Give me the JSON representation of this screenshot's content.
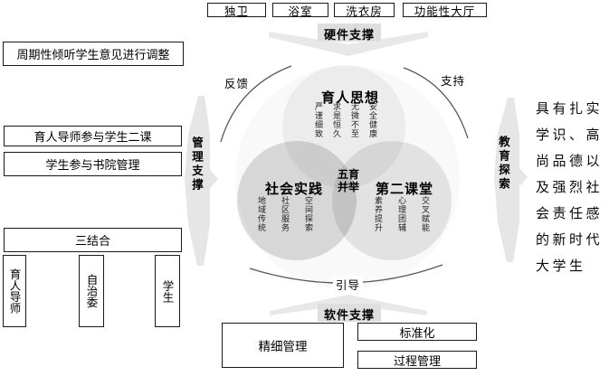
{
  "facilities": {
    "items": [
      "独卫",
      "浴室",
      "洗衣房",
      "功能性大厅"
    ]
  },
  "arrows": {
    "hardware": "硬件支撑",
    "software": "软件支撑",
    "management": "管理支撑",
    "education": "教育探索"
  },
  "left_panel": {
    "adjust_box": "周期性倾听学生意见进行调整",
    "tutor_box": "育人导师参与学生二课",
    "student_box": "学生参与书院管理",
    "combine_box": "三结合",
    "pillars": [
      "育人导师",
      "自治委",
      "学生"
    ]
  },
  "venn": {
    "flow_labels": {
      "feedback": "反馈",
      "support": "支持",
      "guide": "引导"
    },
    "center_lines": [
      "五育",
      "并举"
    ],
    "top_circle": {
      "title": "育人思想",
      "tags": [
        "严谨细致",
        "求是恒久",
        "无微不至",
        "安全健康"
      ]
    },
    "left_circle": {
      "title": "社会实践",
      "tags": [
        "地域传统",
        "社区服务",
        "空间探索"
      ]
    },
    "right_circle": {
      "title": "第二课堂",
      "tags": [
        "素养提升",
        "心理团辅",
        "交叉赋能"
      ]
    }
  },
  "outcome": {
    "text": "具有扎实学识、高尚品德以及强烈社会责任感的新时代大学生"
  },
  "bottom_panel": {
    "items": [
      "精细管理",
      "标准化",
      "过程管理"
    ]
  },
  "colors": {
    "arrow_fill": "#e8e8e8",
    "arrow_label_fill": "#dedede",
    "flow_line": "#595959",
    "box_border": "#1a1a1a",
    "circle_top": "#f2f2f2",
    "circle_left": "#d6d6d6",
    "circle_right": "#e4e4e4"
  }
}
